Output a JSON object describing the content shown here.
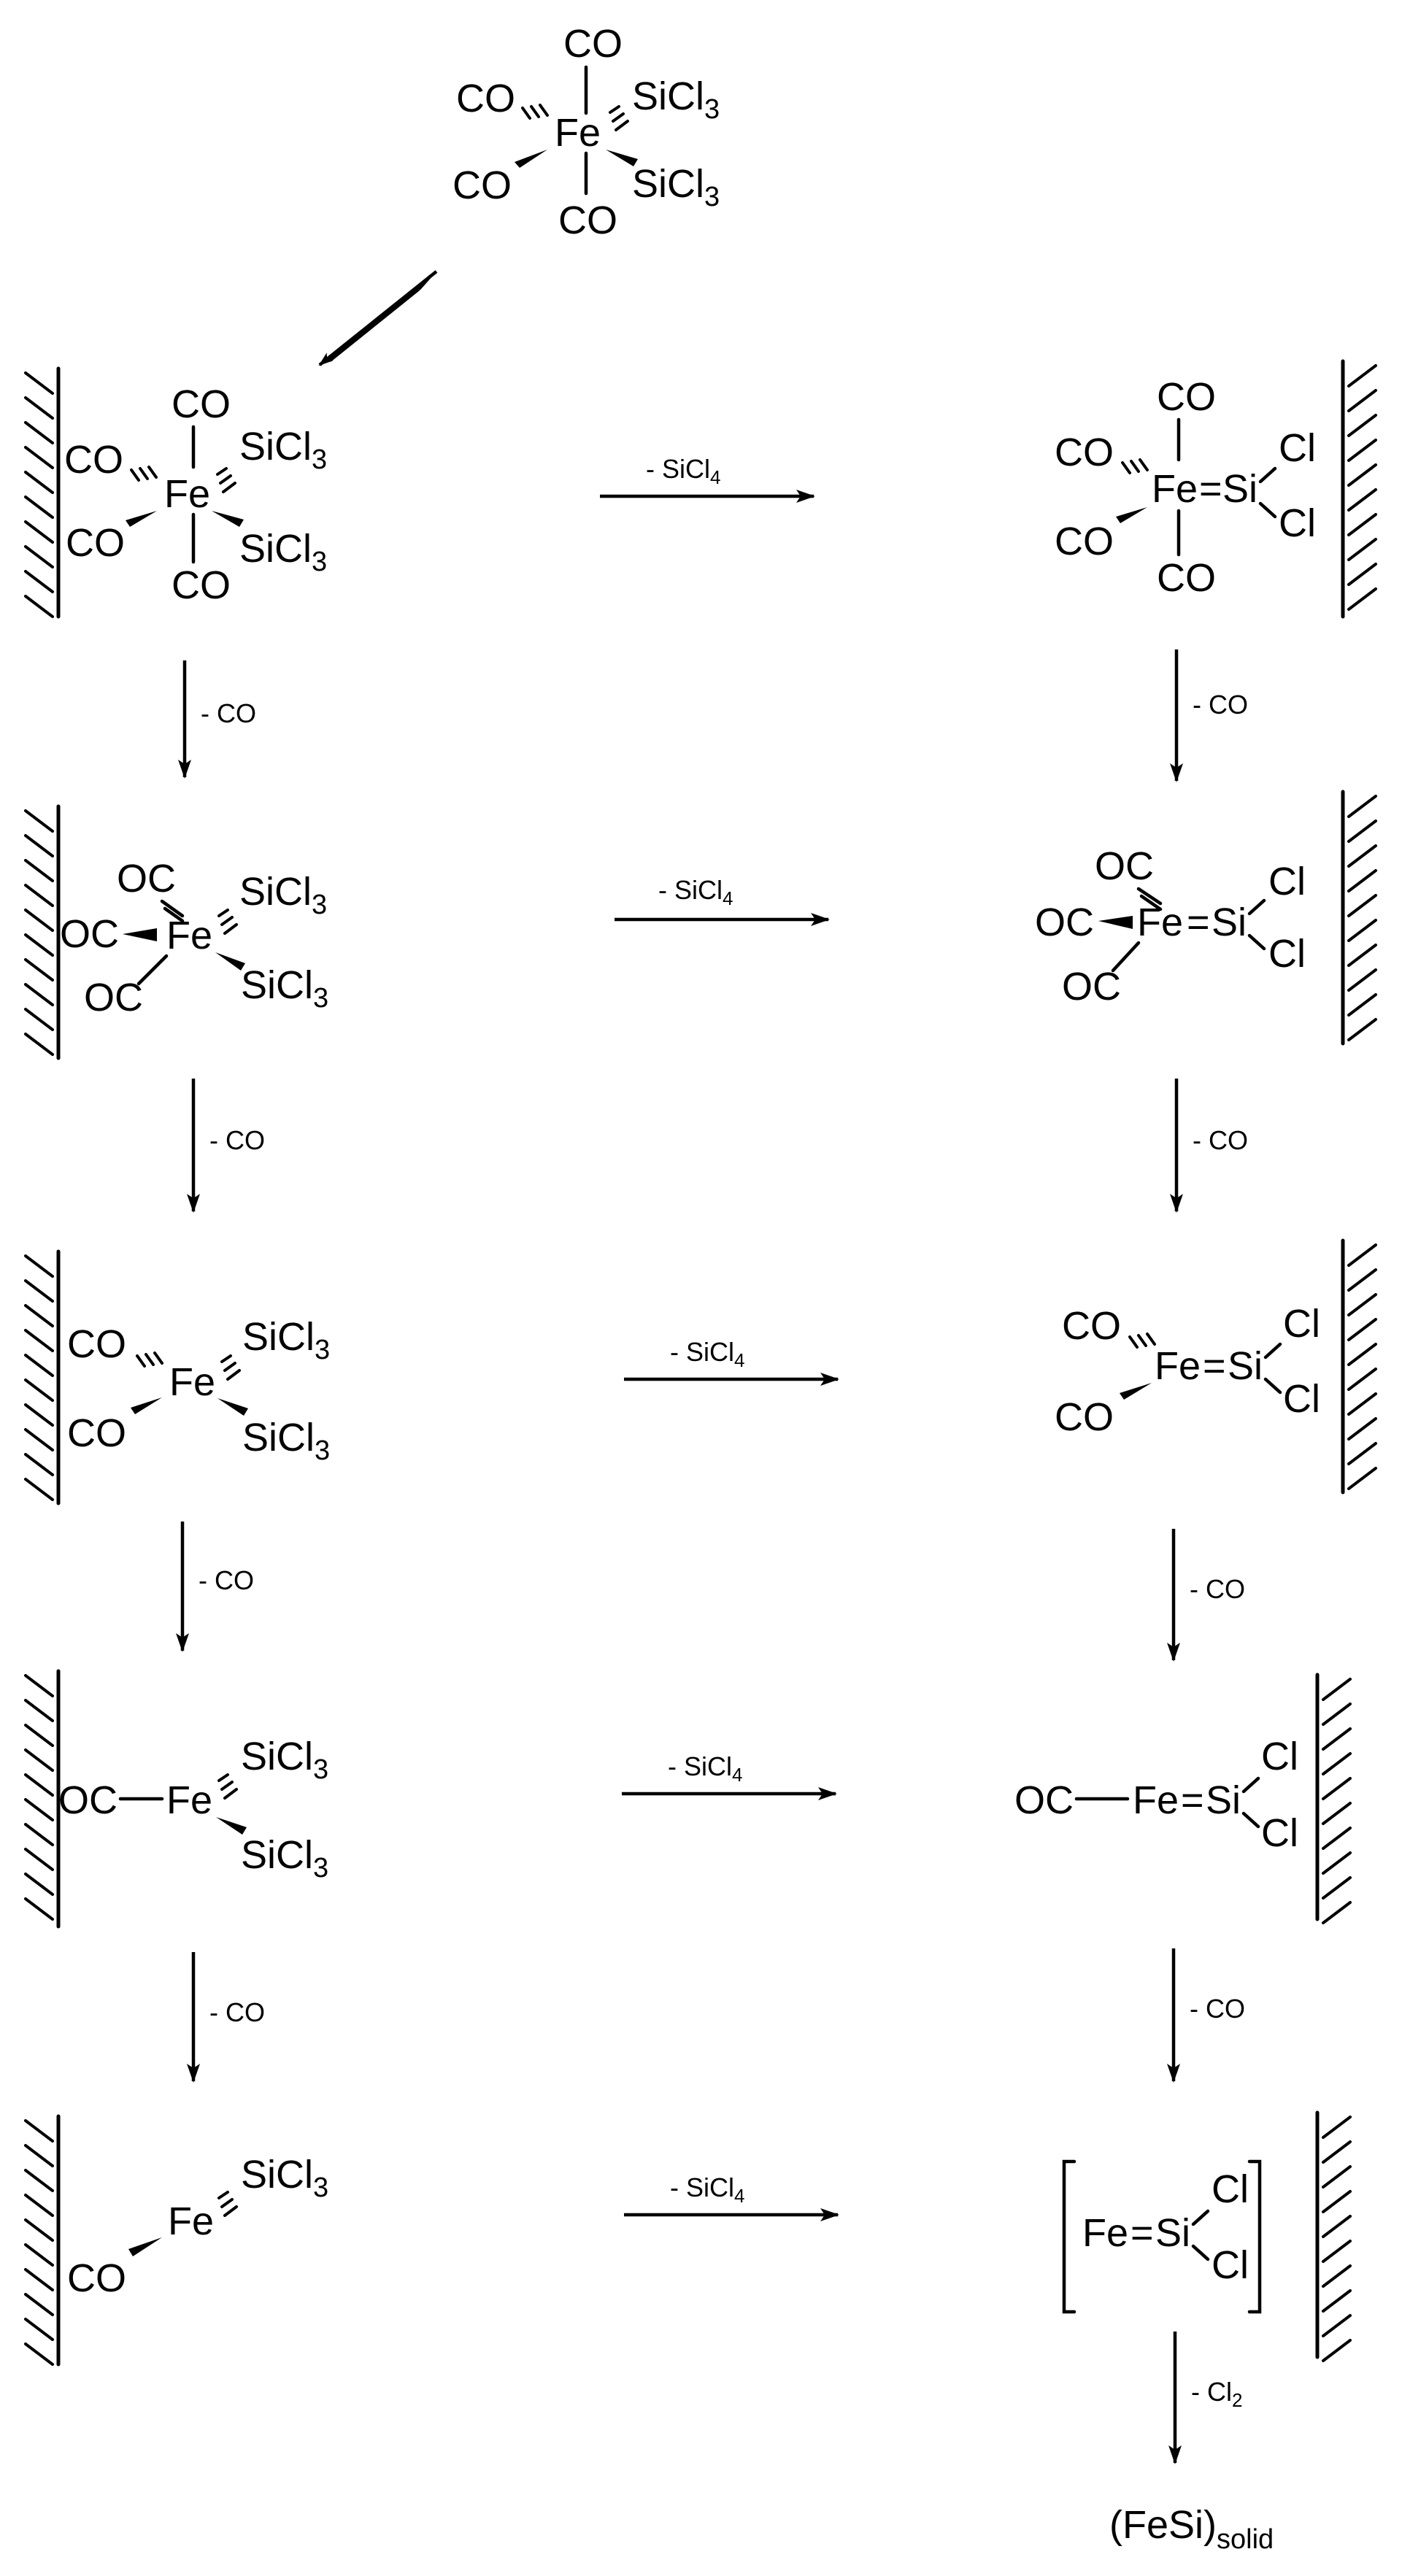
{
  "labels": {
    "co": "CO",
    "oc": "OC",
    "fe": "Fe",
    "si": "Si",
    "cl": "Cl",
    "sicl": "SiCl",
    "three": "3",
    "four": "4",
    "two": "2",
    "minus_co": "- CO",
    "minus_sicl": "- SiCl",
    "minus_cl": "- Cl",
    "eq": "=",
    "fesi_product": "(FeSi)",
    "solid": "solid"
  },
  "scheme": {
    "top_complex": [
      "CO",
      "CO",
      "CO",
      "CO",
      "SiCl3",
      "SiCl3"
    ],
    "left_column": [
      {
        "ligands": [
          "CO",
          "CO",
          "CO",
          "CO",
          "SiCl3",
          "SiCl3"
        ]
      },
      {
        "ligands": [
          "OC",
          "OC",
          "OC",
          "SiCl3",
          "SiCl3"
        ]
      },
      {
        "ligands": [
          "CO",
          "CO",
          "SiCl3",
          "SiCl3"
        ]
      },
      {
        "ligands": [
          "OC",
          "SiCl3",
          "SiCl3"
        ]
      },
      {
        "ligands": [
          "CO",
          "SiCl3"
        ]
      }
    ],
    "right_column": [
      {
        "ligands": [
          "CO",
          "CO",
          "CO",
          "CO",
          "Cl",
          "Cl"
        ]
      },
      {
        "ligands": [
          "OC",
          "OC",
          "OC",
          "Cl",
          "Cl"
        ]
      },
      {
        "ligands": [
          "CO",
          "CO",
          "Cl",
          "Cl"
        ]
      },
      {
        "ligands": [
          "OC",
          "Cl",
          "Cl"
        ]
      },
      {
        "ligands": [
          "Cl",
          "Cl"
        ]
      }
    ],
    "vertical_steps": [
      "- CO",
      "- CO",
      "- CO",
      "- CO"
    ],
    "horizontal_steps": [
      "- SiCl4",
      "- SiCl4",
      "- SiCl4",
      "- SiCl4",
      "- SiCl4"
    ],
    "final_step": "- Cl2",
    "final_product": "(FeSi)solid"
  }
}
